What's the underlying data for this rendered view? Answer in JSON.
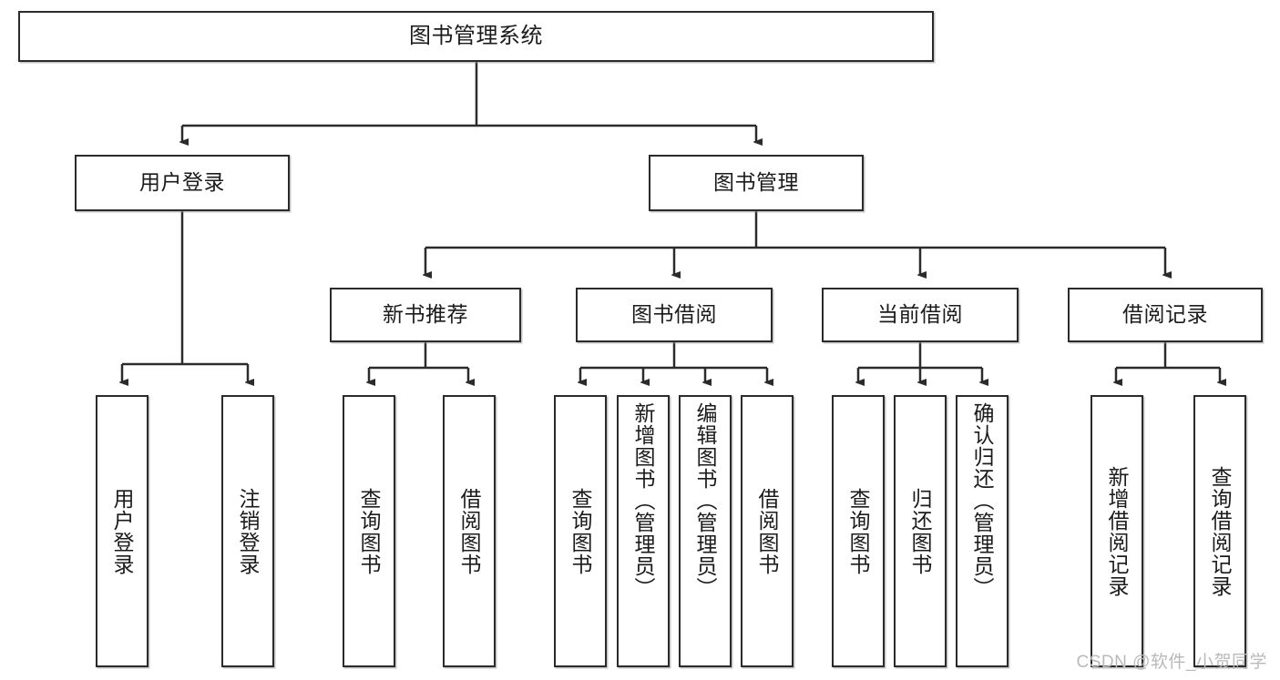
{
  "diagram": {
    "title": "图书管理系统",
    "type": "tree-hierarchy",
    "root": {
      "label": "图书管理系统"
    },
    "level2": [
      {
        "label": "用户登录"
      },
      {
        "label": "图书管理"
      }
    ],
    "level3": [
      {
        "label": "新书推荐"
      },
      {
        "label": "图书借阅"
      },
      {
        "label": "当前借阅"
      },
      {
        "label": "借阅记录"
      }
    ],
    "leaves": {
      "user_login": [
        {
          "label": "用户登录"
        },
        {
          "label": "注销登录"
        }
      ],
      "new_book_recommend": [
        {
          "label": "查询图书"
        },
        {
          "label": "借阅图书"
        }
      ],
      "book_borrow": [
        {
          "label": "查询图书"
        },
        {
          "label": "新增图书（管理员）"
        },
        {
          "label": "编辑图书（管理员）"
        },
        {
          "label": "借阅图书"
        }
      ],
      "current_borrow": [
        {
          "label": "查询图书"
        },
        {
          "label": "归还图书"
        },
        {
          "label": "确认归还（管理员）"
        }
      ],
      "borrow_record": [
        {
          "label": "新增借阅记录"
        },
        {
          "label": "查询借阅记录"
        }
      ]
    },
    "watermark": "CSDN @软件_小贺同学",
    "colors": {
      "stroke": "#2b2b2b",
      "fill": "#ffffff",
      "text": "#1b1b1b",
      "watermark": "#b9b9b9"
    }
  }
}
